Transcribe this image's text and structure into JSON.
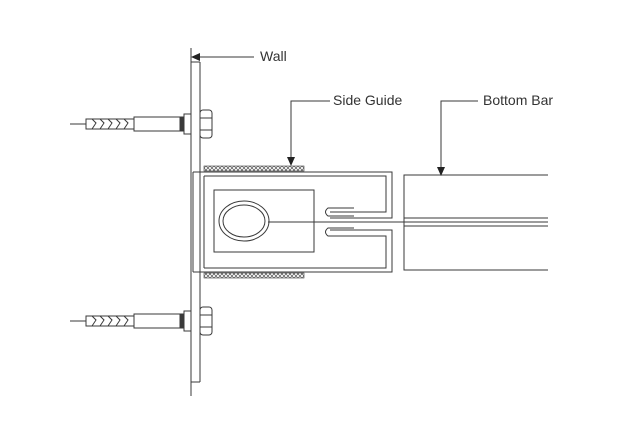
{
  "labels": {
    "wall": "Wall",
    "side_guide": "Side Guide",
    "bottom_bar": "Bottom Bar"
  },
  "colors": {
    "line": "#3a3a3a",
    "hatch": "#555555",
    "background": "#ffffff"
  }
}
